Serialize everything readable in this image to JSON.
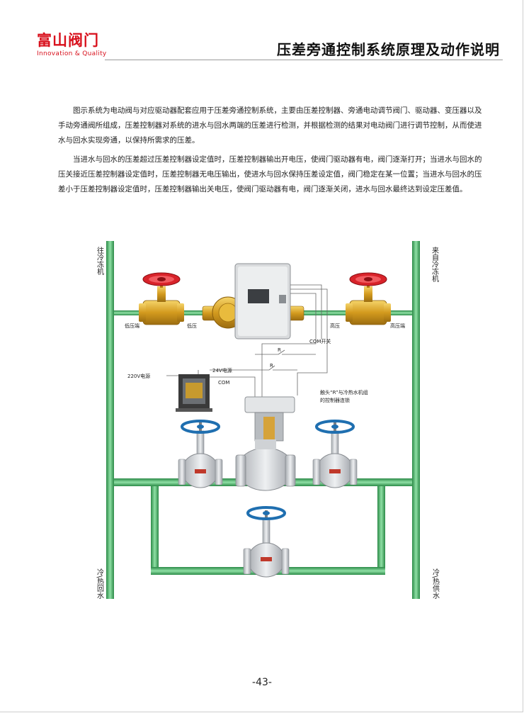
{
  "header": {
    "brand_name": "富山阀门",
    "brand_tagline": "Innovation & Quality",
    "title": "压差旁通控制系统原理及动作说明"
  },
  "body": {
    "paragraph_1": "图示系统为电动阀与对应驱动器配套应用于压差旁通控制系统，主要由压差控制器、旁通电动调节阀门、驱动器、变压器以及手动旁通阀所组成，压差控制器对系统的进水与回水两端的压差进行检测，并根据检测的结果对电动阀门进行调节控制，从而使进水与回水实现旁通，以保持所需求的压差。",
    "paragraph_2": "当进水与回水的压差超过压差控制器设定值时，压差控制器输出开电压，使阀门驱动器有电，阀门逐渐打开；当进水与回水的压关接近压差控制器设定值时，压差控制器无电压输出，使进水与回水保持压差设定值，阀门稳定在某一位置；当进水与回水的压差小于压差控制器设定值时，压差控制器输出关电压，使阀门驱动器有电，阀门逐渐关闭，进水与回水最终达到设定压差值。"
  },
  "diagram": {
    "label_to_chiller": "往冷冻机",
    "label_from_chiller": "来自冷冻机",
    "label_low_end": "低压端",
    "label_low": "低压",
    "label_high": "高压",
    "label_high_end": "高压端",
    "label_com_switch": "COM开关",
    "label_r1": "R",
    "label_r2": "R",
    "label_220v": "220V电源",
    "label_24v": "24V电源",
    "label_com": "COM",
    "label_interlock_1": "触头“R”与冷热水机组",
    "label_interlock_2": "的控制器连锁",
    "label_return": "冷\\热回水",
    "label_supply": "冷\\热供水",
    "pipe_color": "#39a85a",
    "valve_color": "#c9cccf",
    "handwheel_color": "#1f6fb0",
    "brass_color": "#e0a928",
    "red_handle_color": "#d8232a"
  },
  "footer": {
    "page_number": "-43-"
  }
}
